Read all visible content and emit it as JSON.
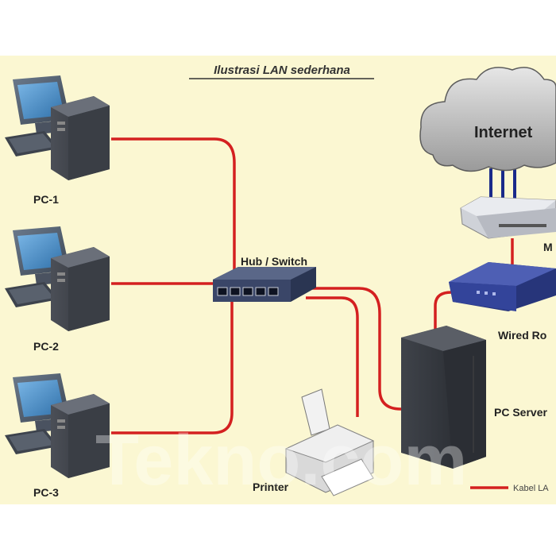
{
  "diagram": {
    "title": "Ilustrasi LAN sederhana",
    "nodes": {
      "pc1": "PC-1",
      "pc2": "PC-2",
      "pc3": "PC-3",
      "hub": "Hub / Switch",
      "internet": "Internet",
      "modem": "M",
      "router": "Wired Ro",
      "server": "PC Server",
      "printer": "Printer"
    },
    "legend": "Kabel LA",
    "watermark": "Tekno.com"
  },
  "colors": {
    "background": "#fbf7d2",
    "cable": "#d42020",
    "internet_link": "#1a2a8a"
  }
}
